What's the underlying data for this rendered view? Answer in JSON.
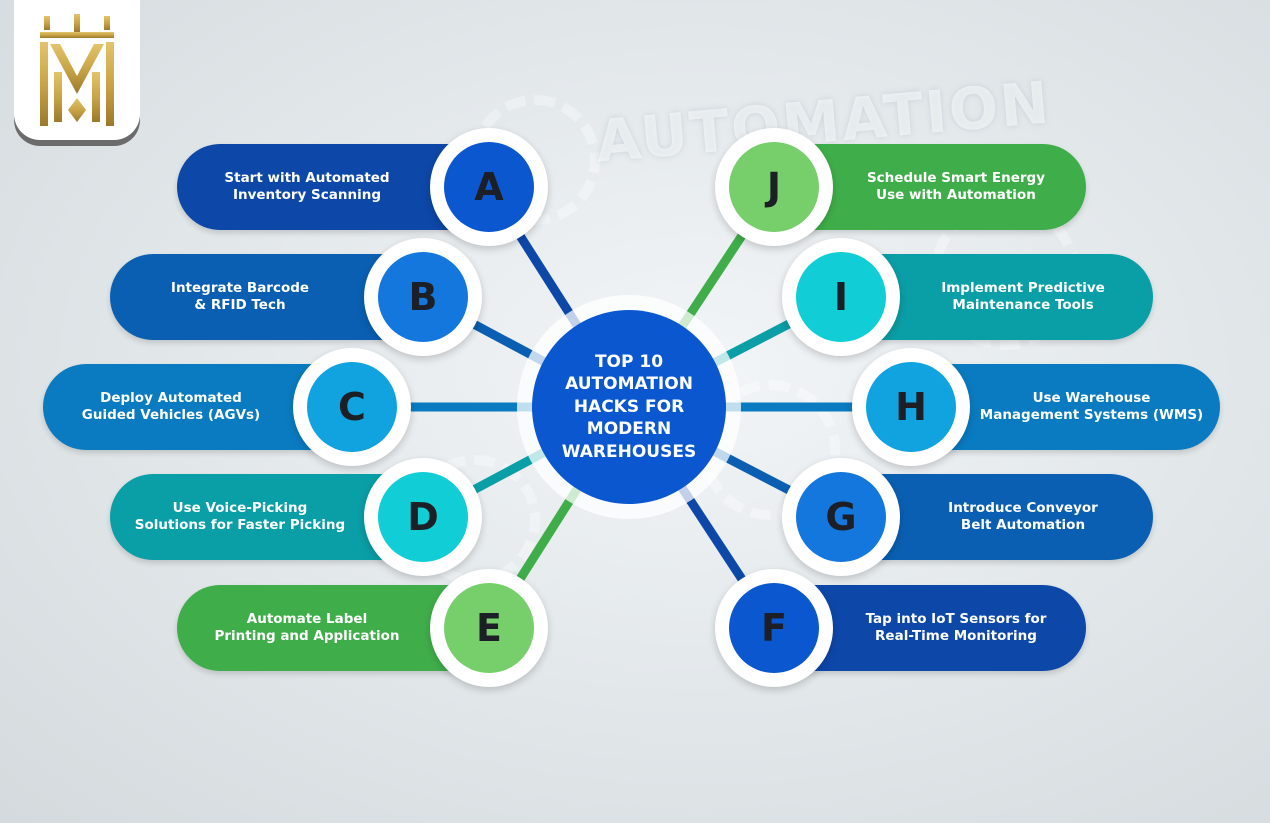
{
  "center": {
    "title": "TOP 10\nAUTOMATION\nHACKS FOR\nMODERN\nWAREHOUSES"
  },
  "background_word": "AUTOMATION",
  "logo": {
    "icon": "crown-monogram-logo",
    "color": "#c9a447"
  },
  "hacks": [
    {
      "letter": "A",
      "label": "Start with Automated\nInventory Scanning",
      "pill_color": "#0d47a8",
      "circle_color": "#0b57d0"
    },
    {
      "letter": "B",
      "label": "Integrate Barcode\n& RFID Tech",
      "pill_color": "#0a5fb2",
      "circle_color": "#1477dd"
    },
    {
      "letter": "C",
      "label": "Deploy Automated\nGuided Vehicles (AGVs)",
      "pill_color": "#0a7bc0",
      "circle_color": "#10a3e0"
    },
    {
      "letter": "D",
      "label": "Use Voice-Picking\nSolutions for Faster Picking",
      "pill_color": "#0a9ea6",
      "circle_color": "#10cdd6"
    },
    {
      "letter": "E",
      "label": "Automate Label\nPrinting and Application",
      "pill_color": "#3fae4a",
      "circle_color": "#76cf6a"
    },
    {
      "letter": "F",
      "label": "Tap into IoT Sensors for\nReal-Time Monitoring",
      "pill_color": "#0d47a8",
      "circle_color": "#0b57d0"
    },
    {
      "letter": "G",
      "label": "Introduce Conveyor\nBelt Automation",
      "pill_color": "#0a5fb2",
      "circle_color": "#1477dd"
    },
    {
      "letter": "H",
      "label": "Use Warehouse\nManagement Systems (WMS)",
      "pill_color": "#0a7bc0",
      "circle_color": "#10a3e0"
    },
    {
      "letter": "I",
      "label": "Implement Predictive\nMaintenance Tools",
      "pill_color": "#0a9ea6",
      "circle_color": "#10cdd6"
    },
    {
      "letter": "J",
      "label": "Schedule Smart Energy\nUse with Automation",
      "pill_color": "#3fae4a",
      "circle_color": "#76cf6a"
    }
  ]
}
